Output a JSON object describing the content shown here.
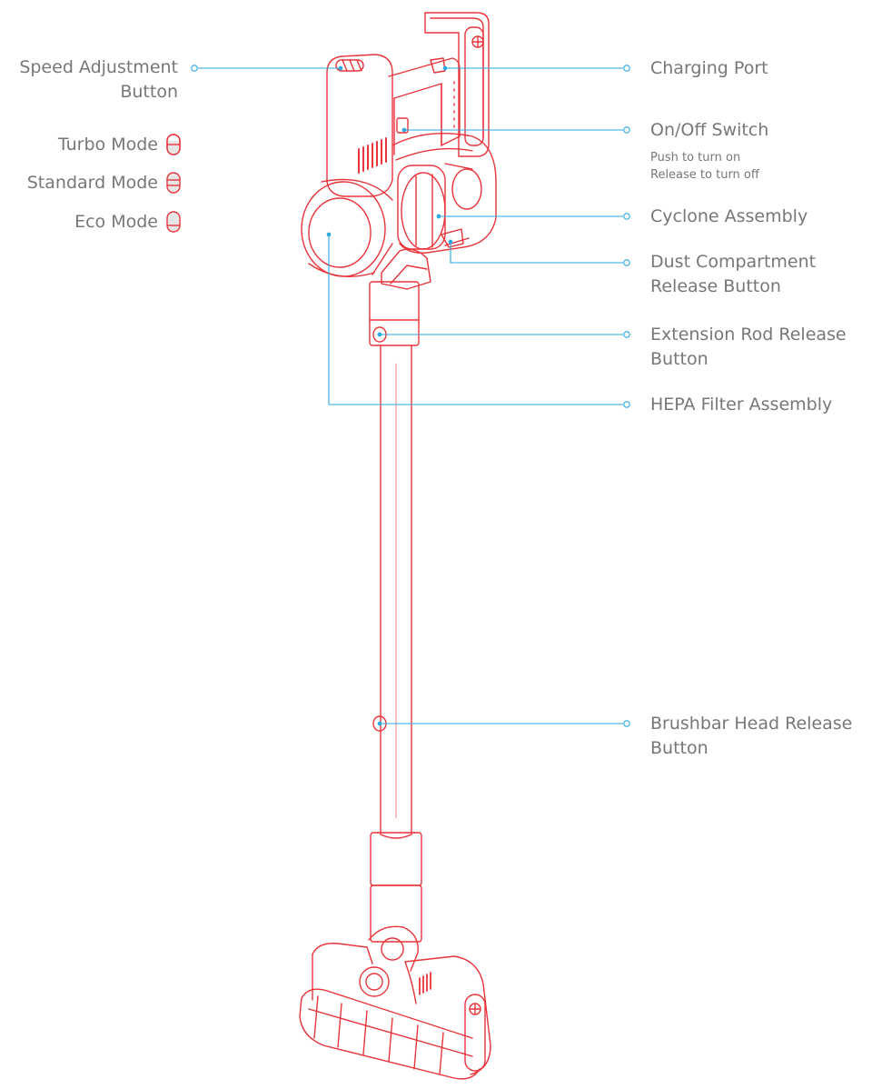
{
  "callouts": {
    "speed_adjustment_button": {
      "line1": "Speed Adjustment",
      "line2": "Button"
    },
    "charging_port": {
      "line1": "Charging Port"
    },
    "on_off_switch": {
      "line1": "On/Off Switch",
      "note1": "Push to turn on",
      "note2": "Release to turn off"
    },
    "cyclone_assembly": {
      "line1": "Cyclone Assembly"
    },
    "dust_compartment_release_button": {
      "line1": "Dust Compartment",
      "line2": "Release Button"
    },
    "extension_rod_release_button": {
      "line1": "Extension Rod Release",
      "line2": "Button"
    },
    "hepa_filter_assembly": {
      "line1": "HEPA Filter Assembly"
    },
    "brushbar_head_release_button": {
      "line1": "Brushbar Head Release",
      "line2": "Button"
    }
  },
  "modes": [
    {
      "label": "Turbo Mode",
      "icon": "turbo-mode-icon"
    },
    {
      "label": "Standard Mode",
      "icon": "standard-mode-icon"
    },
    {
      "label": "Eco Mode",
      "icon": "eco-mode-icon"
    }
  ],
  "colors": {
    "outline": "#e8343a",
    "leader": "#29a9e0",
    "text": "#777777",
    "fill": "#e6e6e6"
  }
}
